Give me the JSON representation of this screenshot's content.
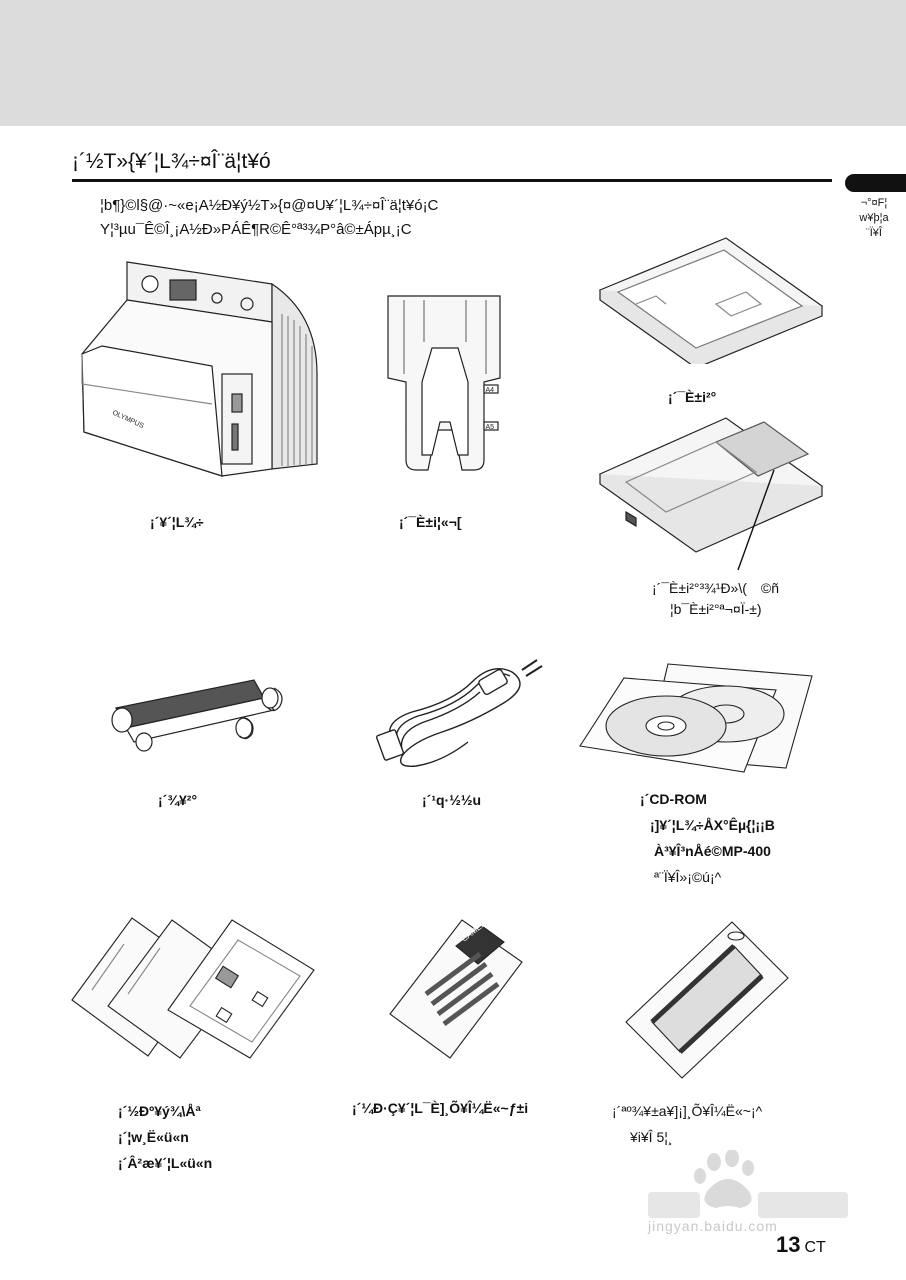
{
  "header": {
    "title": "¡´½T»{¥´¦L¾÷¤Î¨ä¦t¥ó",
    "side_tab_text": "¬°¤F¦w¥þ¦a¨Ï¥Î"
  },
  "intro": {
    "line1": "¦b¶}©l§@·~«e¡A½Ð¥ý½T»{¤@¤U¥´¦L¾÷¤Î¨ä¦t¥ó¡C",
    "line2": "­Y¦³µu¯Ê©Î¸¡A½Ð»PÁÊ¶R©Ê°ª³¾P°â©±Ápµ¸¡C"
  },
  "items": {
    "printer": {
      "caption": "¡´¥´¦L¾÷",
      "brand": "OLYMPUS"
    },
    "output_tray": {
      "caption": "¡´¯È±i¦«¬[",
      "mark_a4": "A4",
      "mark_a5": "A5"
    },
    "paper_tray": {
      "caption": "¡´¯È±i²°"
    },
    "cassette_note": {
      "line1": "¡´¯È±i²°­³¾¹Ð»\\(　©ñ",
      "line2": "¦b¯È±i²°ª¬¤Ï-±)"
    },
    "ink_ribbon": {
      "caption": "¡´¾¥²°"
    },
    "power_cord": {
      "caption": "¡´¹q·½½u"
    },
    "cd_rom": {
      "line1": "¡´CD-ROM",
      "line2": "¡]¥´¦L¾÷ÅX°Êµ{¦¡¡B",
      "line3": "À³¥Î³nÅé©MP-400",
      "line4": "ª¨Ï¥Î»¡©ú¡^"
    },
    "manuals": {
      "line1": "¡´½Ð­º¥ý¾\\Åª",
      "line2": "¡´¦w¸Ë«ü«n",
      "line3": "¡´Â²æ¥´¦L«ü«n"
    },
    "warranty": {
      "caption": "¡´¼Ð·Ç¥´¦L¯È]¸Õ¥Î¼Ë«~ƒ±i",
      "cover": "CAMEDIA"
    },
    "sample_ribbon": {
      "line1": "¡´ªº¾¥±a¥]¡]¸Õ¥Î¼Ë«~¡^",
      "line2": "¥i¥Î 5¦¸"
    }
  },
  "footer": {
    "page_number": "13",
    "page_suffix": "CT",
    "watermark_text": "jingyan.baidu.com"
  }
}
